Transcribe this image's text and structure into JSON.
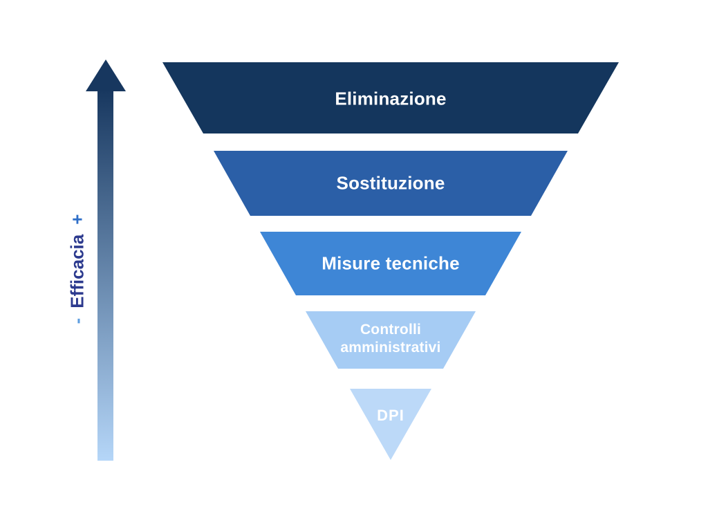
{
  "funnel": {
    "levels": [
      {
        "label": "Eliminazione"
      },
      {
        "label": "Sostituzione"
      },
      {
        "label": "Misure tecniche"
      },
      {
        "label": "Controlli amministrativi"
      },
      {
        "label": "DPI"
      }
    ]
  },
  "axis": {
    "minus": "-",
    "label": "Efficacia",
    "plus": "+"
  },
  "colors": {
    "background": "#ffffff",
    "level1": "#14365d",
    "level2": "#2b5fa7",
    "level3": "#3e86d6",
    "level4": "#a6ccf4",
    "level5": "#bcd9f8",
    "label-text": "#ffffff",
    "axis-label": "#2c3a8e",
    "plus": "#2f6fc8",
    "minus": "#5d9de0",
    "arrow-top": "#17375f",
    "arrow-bottom": "#b5d6f8"
  }
}
